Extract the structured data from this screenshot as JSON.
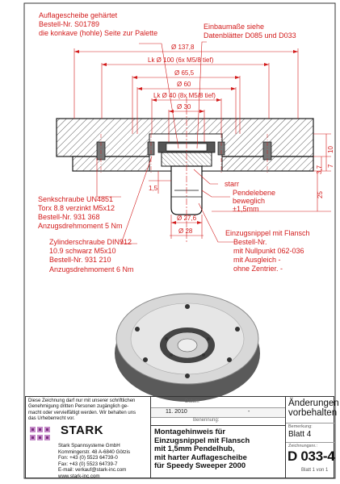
{
  "labels": {
    "washer_title": "Auflagescheibe gehärtet",
    "washer_order": "Bestell-Nr. S01789",
    "washer_note": "die konkave (hohle) Seite zur Palette",
    "mount_1": "Einbaumaße siehe",
    "mount_2": "Datenblätter D085 und D033",
    "rigid": "starr",
    "pendulum_1": "Pendelebene",
    "pendulum_2": "beweglich",
    "pendulum_3": "±1,5mm",
    "countersunk_1": "Senkschraube UN4851",
    "countersunk_2": "Torx 8.8 verzinkt M5x12",
    "countersunk_3": "Bestell-Nr. 931 368",
    "countersunk_4": "Anzugsdrehmoment 5 Nm",
    "cylinder_1": "Zylinderschraube DIN912",
    "cylinder_2": "10.9 schwarz M5x10",
    "cylinder_3": "Bestell-Nr. 931 210",
    "cylinder_4": "Anzugsdrehmoment 6 Nm",
    "nipple_1": "Einzugsnippel mit Flansch",
    "nipple_2": "Bestell-Nr.",
    "nipple_3": "mit Nullpunkt  062-036",
    "nipple_4": "mit Ausgleich  -",
    "nipple_5": "ohne Zentrier.  -"
  },
  "dimensions": {
    "d_137_8": "Ø 137,8",
    "lk_100": "Lk Ø 100 (6x M5/8 tief)",
    "d_65_5": "Ø 65,5",
    "d_60": "Ø 60",
    "lk_40": "Lk Ø 40 (8x M5/8 tief)",
    "d_30": "Ø 30",
    "d_27_6": "Ø 27,6",
    "d_28": "Ø 28",
    "h_1_5": "1,5",
    "h_3_7": "3,7",
    "h_10": "10",
    "h_7": "7",
    "h_25": "25"
  },
  "title_block": {
    "notice": [
      "Diese Zeichnung darf nur mit unserer schriftlichen",
      "Genehmigung dritten Personen zugänglich ge-",
      "macht oder vervielfältigt werden. Wir behalten uns",
      "das Urheberrecht vor."
    ],
    "company_logo": "STARK",
    "company": [
      "Stark Spannsysteme GmbH",
      "Kommingerstr. 48 A-6840 Götzis",
      "Fon: +43 (0) 5523 64739-0",
      "Fax: +43 (0) 5523 64739-7",
      "E-mail: verkauf@stark-inc.com",
      "www.stark-inc.com"
    ],
    "date_label": "Datum",
    "date_value": "11. 2010",
    "date_dash": "-",
    "designation_label": "Benennung:",
    "description": [
      "Montagehinweis für",
      "Einzugsnippel mit Flansch",
      "mit 1,5mm Pendelhub,",
      "mit harter Auflagescheibe",
      "für Speedy Sweeper 2000"
    ],
    "changes": [
      "Änderungen",
      "vorbehalten"
    ],
    "remark_label": "Bemerkung:",
    "sheet": "Blatt 4",
    "drawing_no_label": "Zeichnungsnr.:",
    "drawing_no": "D 033-4",
    "sheet_count": "Blatt 1 von 1"
  },
  "colors": {
    "annotation": "#d21a1a",
    "line": "#1a1a1a",
    "hatch": "#3a3a3a"
  }
}
